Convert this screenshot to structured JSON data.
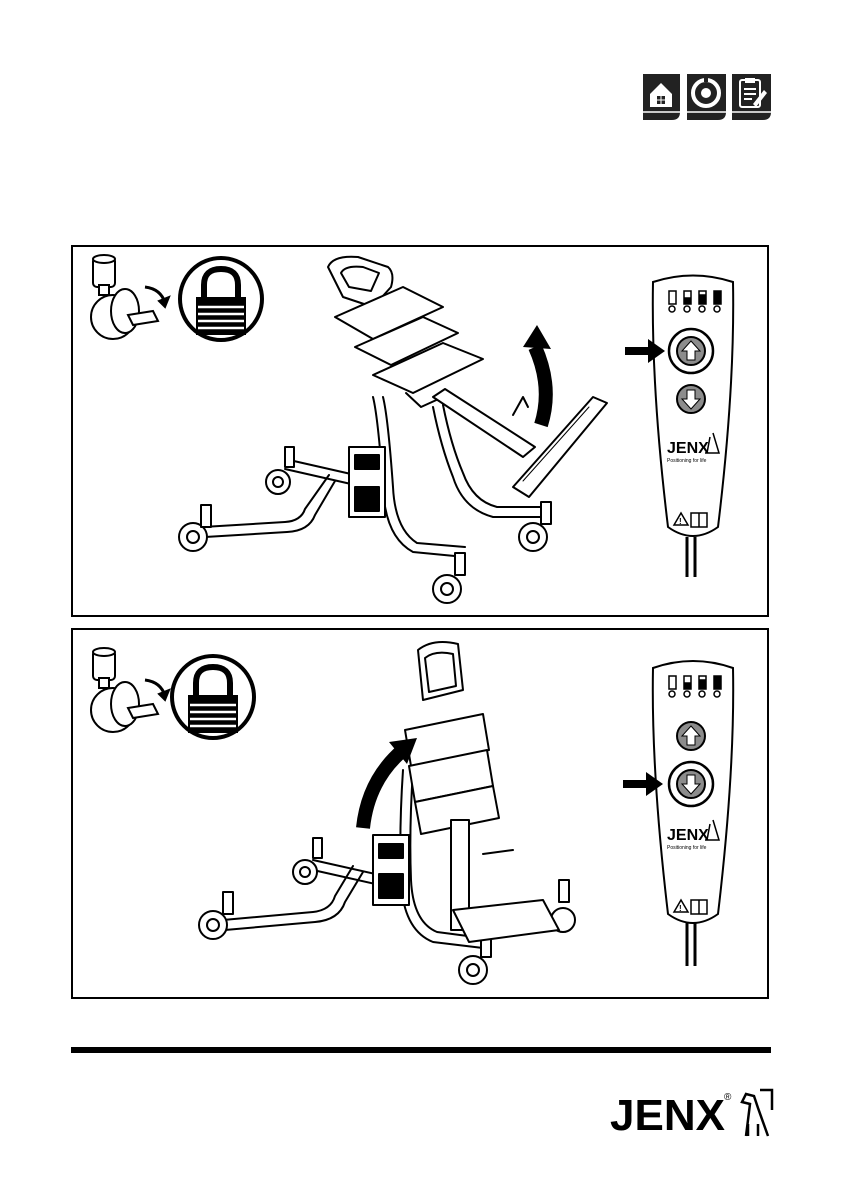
{
  "header": {
    "icons": [
      {
        "name": "home-icon"
      },
      {
        "name": "target-icon"
      },
      {
        "name": "clipboard-icon"
      }
    ]
  },
  "steps": [
    {
      "id": "raise-to-standing",
      "action": "press-up",
      "handset": {
        "brand": "JENX",
        "tagline": "Positioning for life",
        "battery_levels": 4,
        "highlighted_button": "up"
      }
    },
    {
      "id": "lower-to-supine",
      "action": "press-down",
      "handset": {
        "brand": "JENX",
        "tagline": "Positioning for life",
        "battery_levels": 4,
        "highlighted_button": "down"
      }
    }
  ],
  "footer": {
    "logo_text": "JENX",
    "logo_mark": "®"
  },
  "colors": {
    "ink": "#000000",
    "paper": "#ffffff",
    "button_fill": "#8c8c8c",
    "icon_bg": "#222222"
  }
}
